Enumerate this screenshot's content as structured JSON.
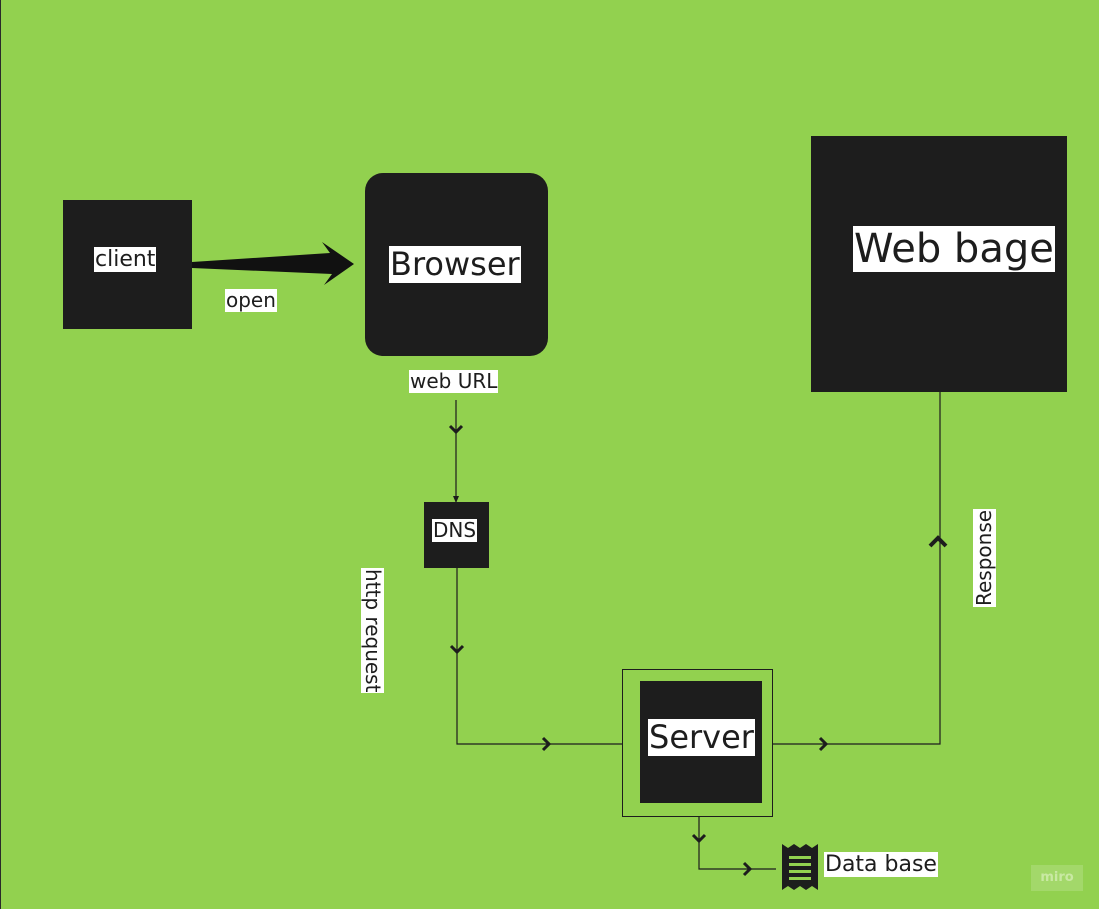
{
  "diagram": {
    "nodes": {
      "client": "client",
      "browser": "Browser",
      "web_page": "Web bage",
      "dns": "DNS",
      "server": "Server",
      "database": "Data base"
    },
    "edges": {
      "client_to_browser": "open",
      "browser_to_dns": "web URL",
      "dns_to_server": "http request",
      "server_to_web_page": "Response"
    },
    "colors": {
      "background": "#92d14f",
      "node_fill": "#1d1d1d",
      "label_fill": "#ffffff"
    }
  },
  "branding": {
    "logo": "miro"
  }
}
